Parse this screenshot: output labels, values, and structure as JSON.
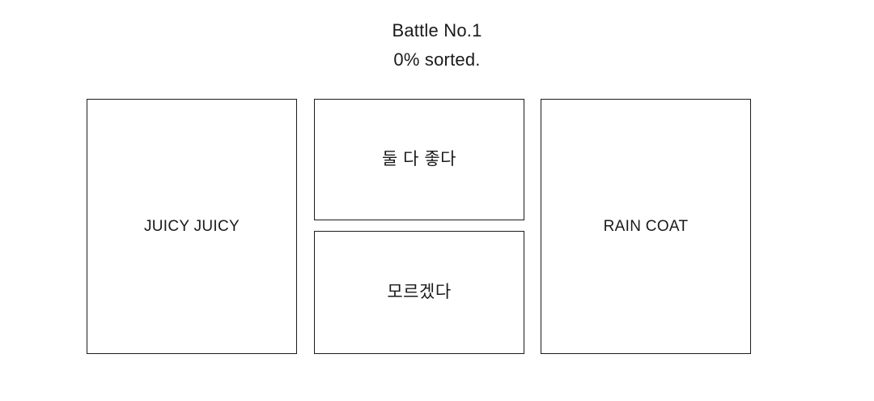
{
  "header": {
    "title": "Battle No.1",
    "progress": "0% sorted."
  },
  "arena": {
    "options": [
      {
        "id": "left-contender",
        "label": "JUICY JUICY",
        "role": "contender"
      },
      {
        "id": "both-good",
        "label": "둘 다 좋다",
        "role": "tie"
      },
      {
        "id": "not-sure",
        "label": "모르겠다",
        "role": "skip"
      },
      {
        "id": "right-contender",
        "label": "RAIN COAT",
        "role": "contender"
      }
    ]
  },
  "colors": {
    "background": "#ffffff",
    "text": "#1a1a1a",
    "border": "#1c1c1c"
  }
}
